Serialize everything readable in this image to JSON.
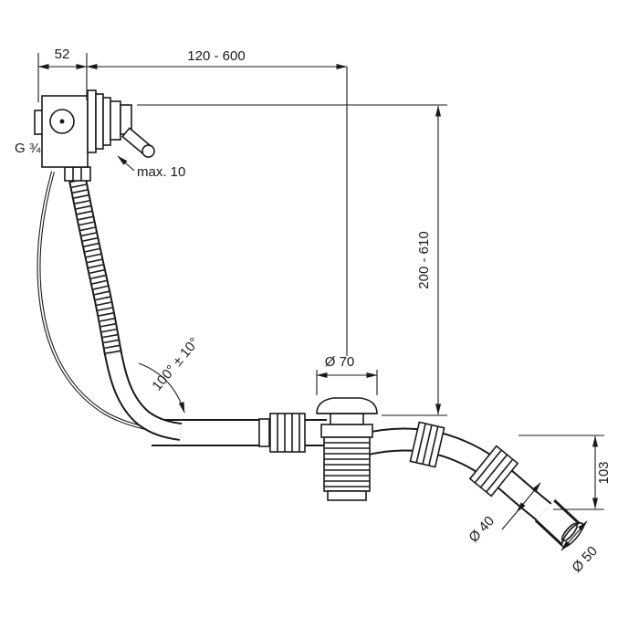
{
  "drawing": {
    "type": "technical-dimension-drawing",
    "subject": "bath-waste-and-overflow-set-with-filler",
    "line_color": "#1a1a1a",
    "background_color": "#ffffff",
    "dims": {
      "overflow_unit_width": "52",
      "hose_length_range": "120 - 600",
      "installation_height_range": "200 - 610",
      "thread": "G ¾",
      "max_rim_thickness": "max. 10",
      "swivel_angle": "100° ± 10°",
      "waste_flange_diameter": "Ø 70",
      "outlet_inner_diameter": "Ø 40",
      "outlet_outer_diameter": "Ø 50",
      "outlet_drop_height": "103"
    }
  }
}
